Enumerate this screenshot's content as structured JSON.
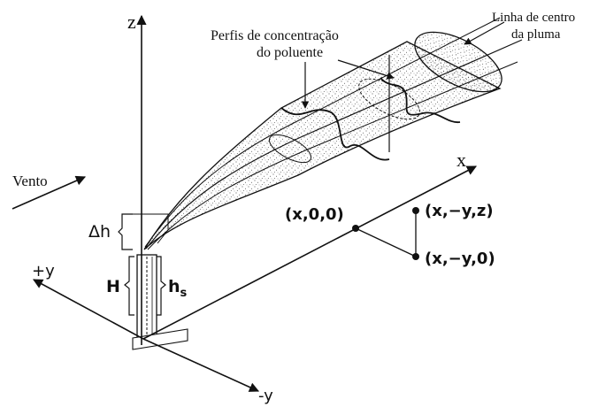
{
  "axes": {
    "z": "z",
    "x": "x",
    "plus_y": "+y",
    "minus_y": "-y"
  },
  "labels": {
    "wind": "Vento",
    "profiles_line1": "Perfis de concentração",
    "profiles_line2": "do poluente",
    "centerline_line1": "Linha de centro",
    "centerline_line2": "da pluma",
    "delta_h": "Δh",
    "H": "H",
    "hs_main": "h",
    "hs_sub": "s"
  },
  "points": {
    "origin_point": "(x,0,0)",
    "elevated_point": "(x,−y,z)",
    "ground_point": "(x,−y,0)"
  },
  "colors": {
    "ink": "#111111",
    "background": "#ffffff"
  }
}
